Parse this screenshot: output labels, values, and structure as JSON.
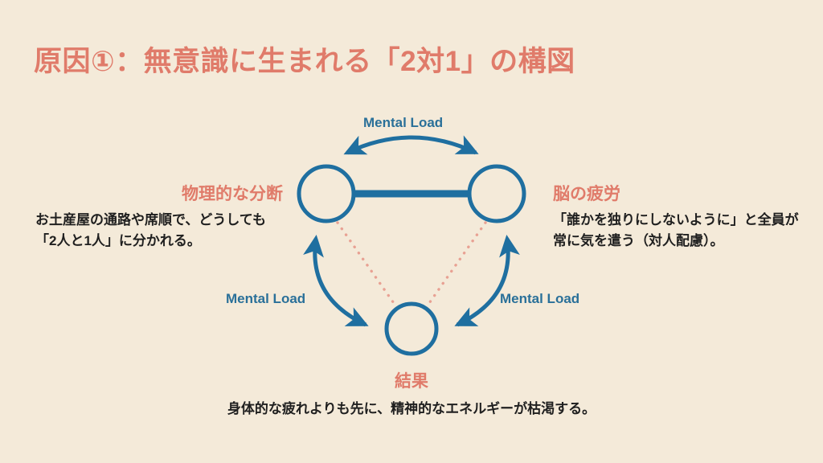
{
  "slide": {
    "title": "原因①：無意識に生まれる「2対1」の構図",
    "background_color": "#f4ead9",
    "accent_color": "#e07b6a",
    "diagram_color": "#1f6fa0",
    "dotted_color": "#e8a193"
  },
  "diagram": {
    "edge_labels": {
      "top": "Mental Load",
      "left": "Mental Load",
      "right": "Mental Load"
    },
    "nodes": {
      "left": {
        "heading": "物理的な分断",
        "body": "お土産屋の通路や席順で、どうしても「2人と1人」に分かれる。"
      },
      "right": {
        "heading": "脳の疲労",
        "body": "「誰かを独りにしないように」と全員が常に気を遣う（対人配慮）。"
      },
      "bottom": {
        "heading": "結果",
        "body": "身体的な疲れよりも先に、精神的なエネルギーが枯渇する。"
      }
    }
  }
}
